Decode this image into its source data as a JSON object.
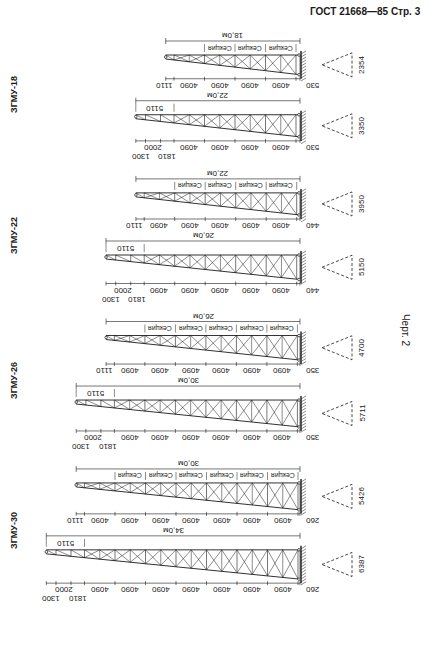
{
  "diagram": {
    "labels": [
      "ГОСТ 21668—85 Стр. 3",
      "ЗГМУ-18",
      "18,0м",
      "Секция",
      "Секция",
      "Секция",
      "1110",
      "4090",
      "4090",
      "4090",
      "4090",
      "530",
      "2354",
      "22,0м",
      "5110",
      "1300",
      "2000",
      "1810",
      "4090",
      "4090",
      "4090",
      "4090",
      "530",
      "3350",
      "ЗГМУ-22",
      "22,0м",
      "Секция",
      "Секция",
      "Секция",
      "Секция",
      "1110",
      "4090",
      "4090",
      "4090",
      "4090",
      "4090",
      "440",
      "3950",
      "26,0м",
      "5110",
      "1300",
      "2000",
      "1810",
      "4090",
      "4090",
      "4090",
      "4090",
      "4090",
      "440",
      "5150",
      "ЗГМУ-26",
      "26,0м",
      "Секция",
      "Секция",
      "Секция",
      "Секция",
      "Секция",
      "1110",
      "4090",
      "4090",
      "4090",
      "4090",
      "4090",
      "4090",
      "350",
      "4700",
      "30,0м",
      "5110",
      "1300",
      "2000",
      "1810",
      "4090",
      "4090",
      "4090",
      "4090",
      "4090",
      "4090",
      "350",
      "5711",
      "ЗГМУ-30",
      "30,0м",
      "Секция",
      "Секция",
      "Секция",
      "Секция",
      "Секция",
      "Секция",
      "1110",
      "4090",
      "4090",
      "4090",
      "4090",
      "4090",
      "4090",
      "4090",
      "260",
      "5426",
      "34,0м",
      "5110",
      "1300",
      "2000",
      "1810",
      "4090",
      "4090",
      "4090",
      "4090",
      "4090",
      "4090",
      "4090",
      "260",
      "6387",
      "Черт. 2"
    ]
  }
}
